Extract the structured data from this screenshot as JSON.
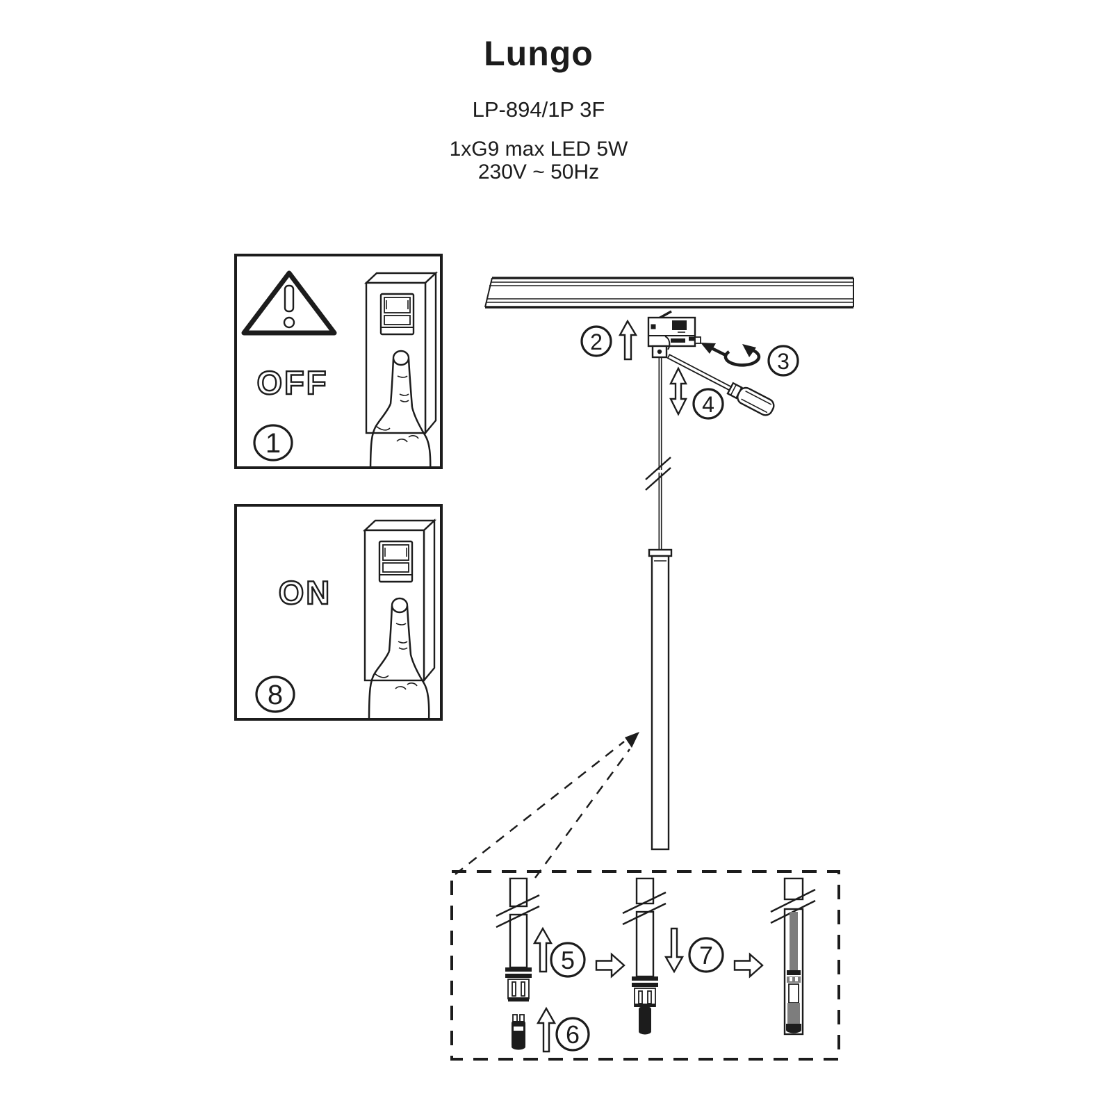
{
  "document": {
    "title": "Lungo",
    "model": "LP-894/1P 3F",
    "spec_lamp": "1xG9  max LED 5W",
    "spec_power": "230V ~ 50Hz"
  },
  "labels": {
    "off": "OFF",
    "on": "ON"
  },
  "steps": {
    "s1": "1",
    "s2": "2",
    "s3": "3",
    "s4": "4",
    "s5": "5",
    "s6": "6",
    "s7": "7",
    "s8": "8"
  },
  "icons": {
    "warning": "warning-triangle-icon",
    "press_switch": "finger-press-switch-icon",
    "up_arrow": "up-arrow-icon",
    "rotate": "rotate-arrow-icon",
    "screwdriver": "screwdriver-icon",
    "up_down_arrow": "up-down-arrow-icon",
    "down_arrow": "down-arrow-icon",
    "next_stage": "right-block-arrow-icon",
    "bulb": "g9-led-bulb-icon"
  },
  "colors": {
    "line": "#1c1c1c",
    "background": "#ffffff",
    "gray_fill": "#7d7d7d"
  }
}
